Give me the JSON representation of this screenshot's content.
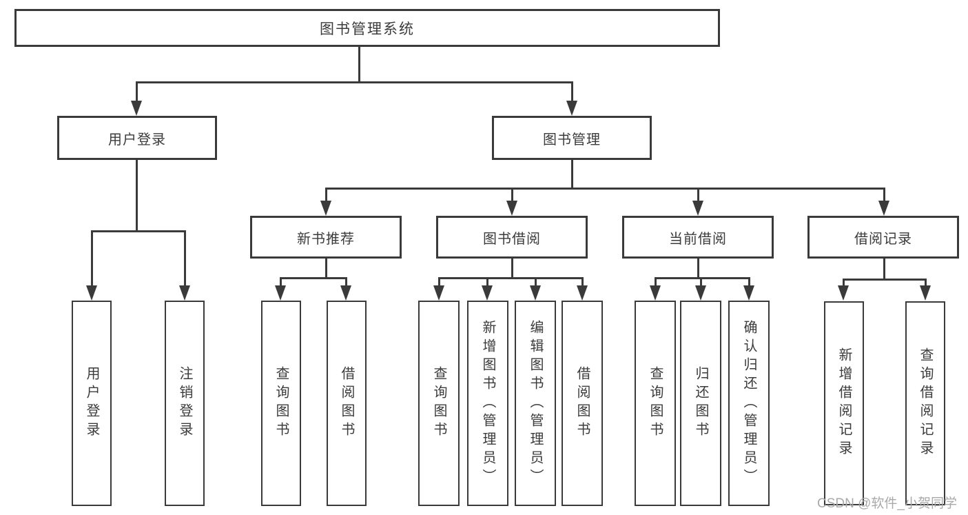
{
  "nodes": {
    "root": {
      "label": "图书管理系统"
    },
    "user_login": {
      "label": "用户登录"
    },
    "book_mgmt": {
      "label": "图书管理"
    },
    "new_book_rec": {
      "label": "新书推荐"
    },
    "book_borrow": {
      "label": "图书借阅"
    },
    "current_borrow": {
      "label": "当前借阅"
    },
    "borrow_record": {
      "label": "借阅记录"
    },
    "leaf_user_login": {
      "label": "用户登录"
    },
    "leaf_logout": {
      "label": "注销登录"
    },
    "leaf_query_book_rec": {
      "label": "查询图书"
    },
    "leaf_borrow_book_rec": {
      "label": "借阅图书"
    },
    "leaf_query_book_borrow": {
      "label": "查询图书"
    },
    "leaf_add_book": {
      "label": "新增图书（管理员）"
    },
    "leaf_edit_book": {
      "label": "编辑图书（管理员）"
    },
    "leaf_borrow_book": {
      "label": "借阅图书"
    },
    "leaf_query_book_current": {
      "label": "查询图书"
    },
    "leaf_return_book": {
      "label": "归还图书"
    },
    "leaf_confirm_return": {
      "label": "确认归还（管理员）"
    },
    "leaf_add_record": {
      "label": "新增借阅记录"
    },
    "leaf_query_record": {
      "label": "查询借阅记录"
    }
  },
  "watermark": {
    "text": "CSDN @软件_小贺同学"
  },
  "colors": {
    "line": "#3a3a3a",
    "text": "#3b3b3b",
    "box_background": "#ffffff",
    "page_background": "#ffffff",
    "watermark": "#a9a9a9"
  }
}
